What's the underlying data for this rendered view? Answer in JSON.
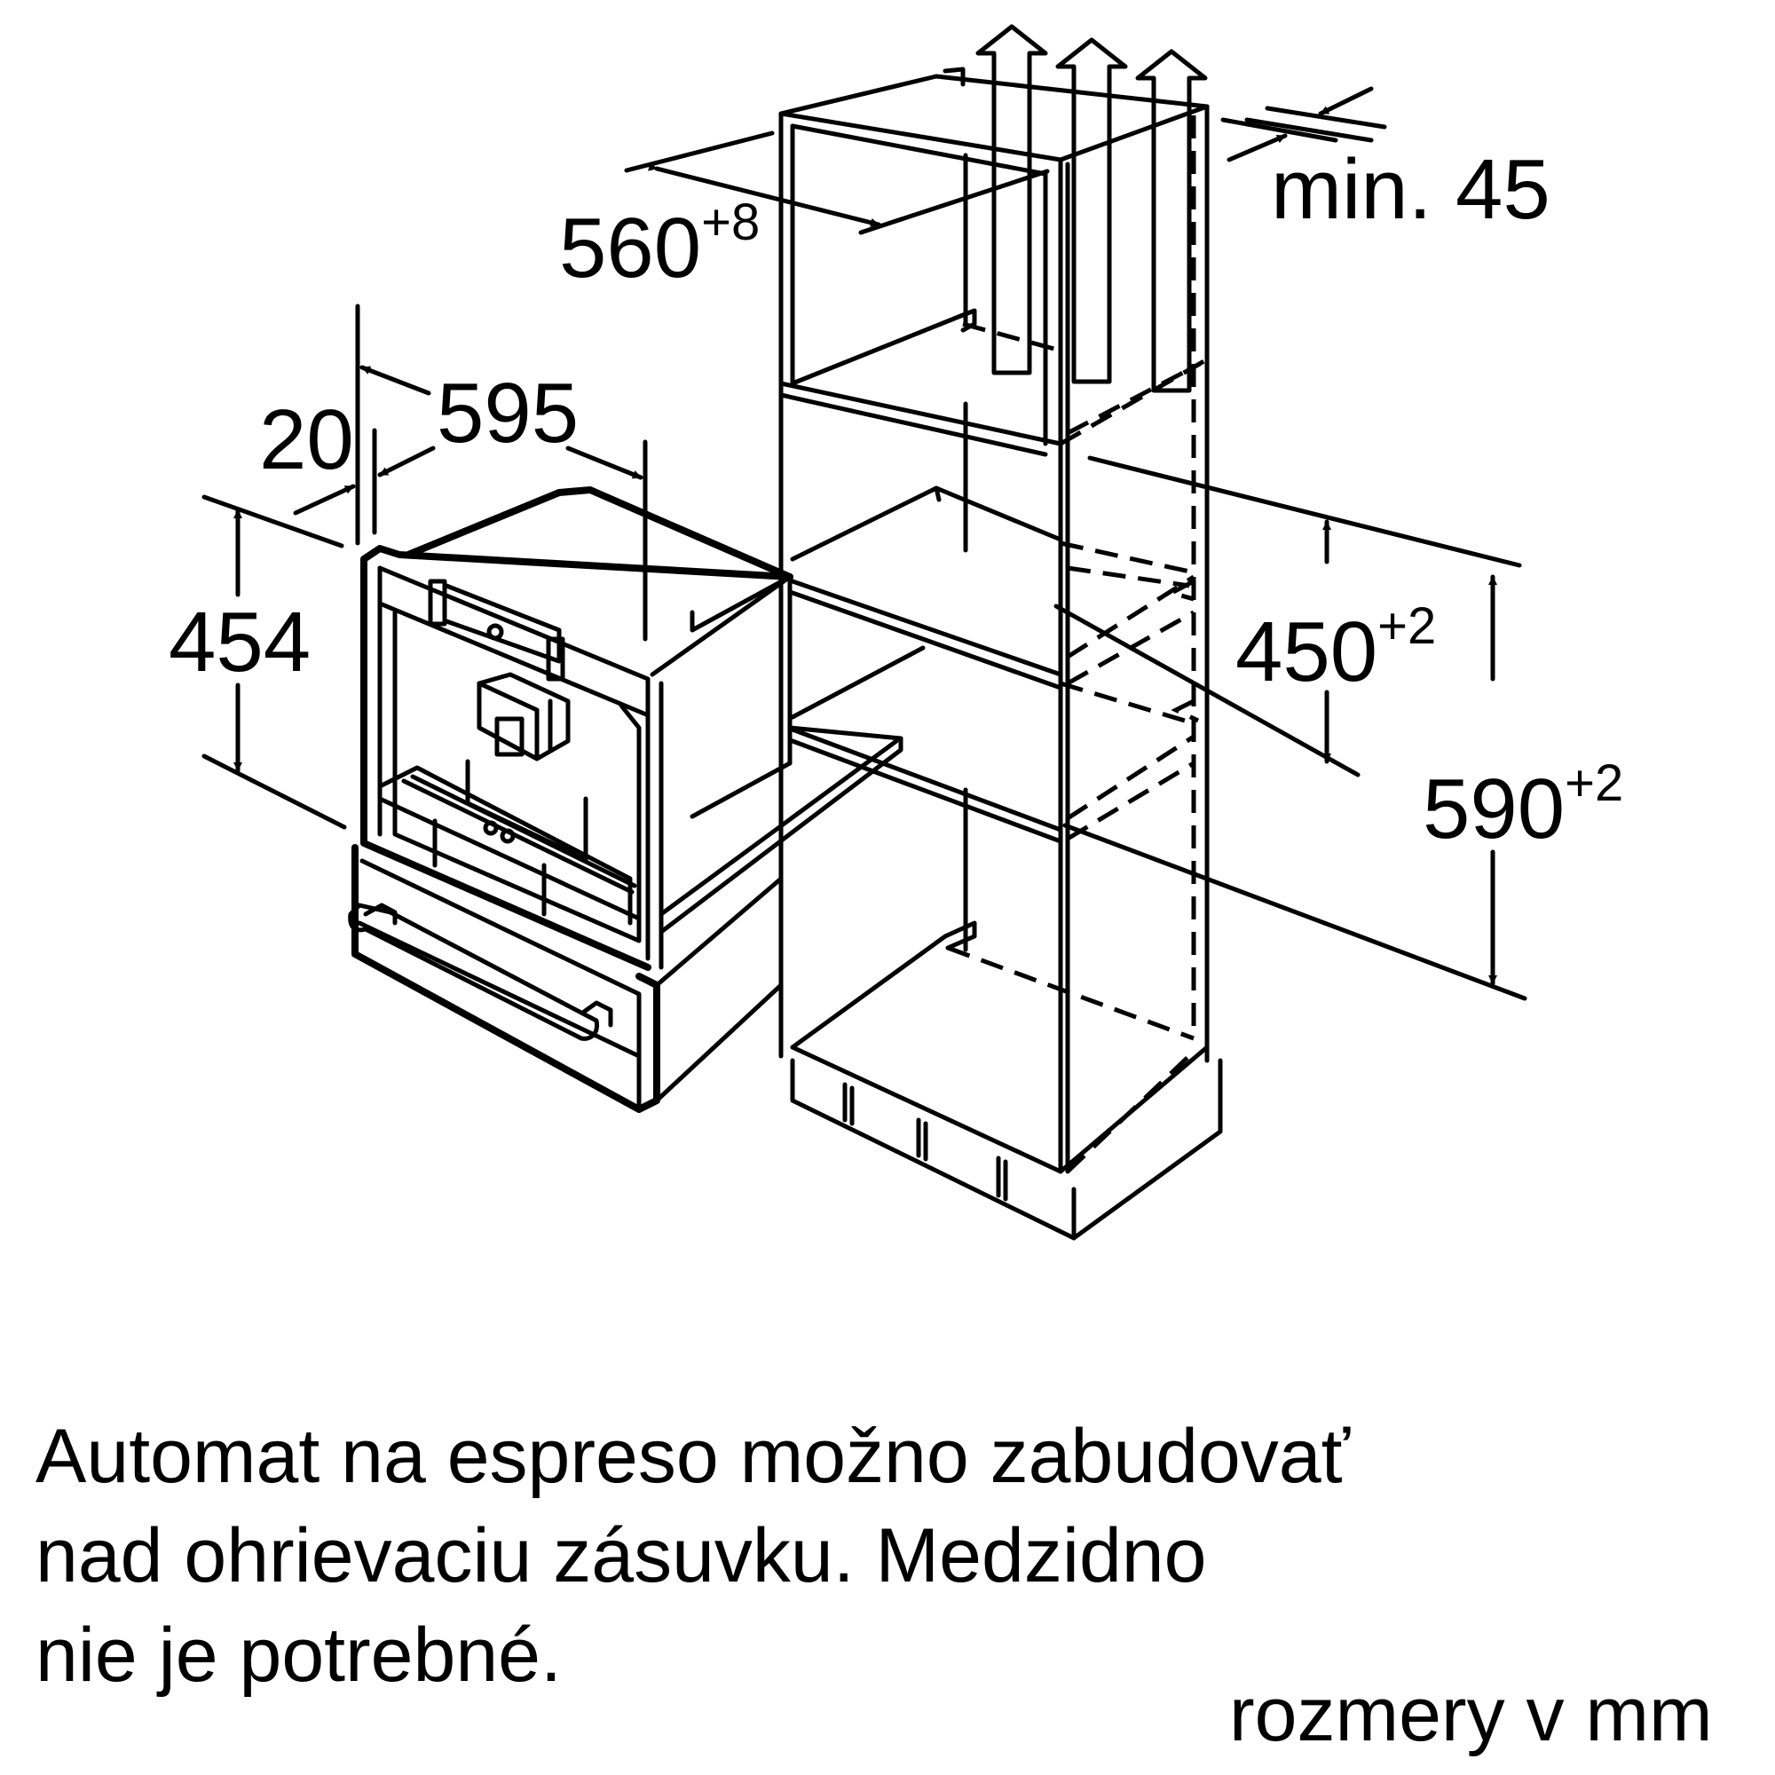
{
  "diagram": {
    "title": "Installation dimensions – built-in espresso machine above warming drawer",
    "dimensions": {
      "niche_depth": {
        "value": "560",
        "tolerance": "+8"
      },
      "ventilation_gap": {
        "value": "min. 45"
      },
      "appliance_width": {
        "value": "595"
      },
      "front_offset": {
        "value": "20"
      },
      "appliance_height": {
        "value": "454"
      },
      "niche_height_inner": {
        "value": "450",
        "tolerance": "+2"
      },
      "niche_height_outer": {
        "value": "590",
        "tolerance": "+2"
      }
    }
  },
  "note": {
    "lines": [
      "Automat na espreso možno zabudovať",
      "nad ohrievaciu zásuvku. Medzidno",
      "nie je potrebné."
    ]
  },
  "units_label": "rozmery v mm"
}
